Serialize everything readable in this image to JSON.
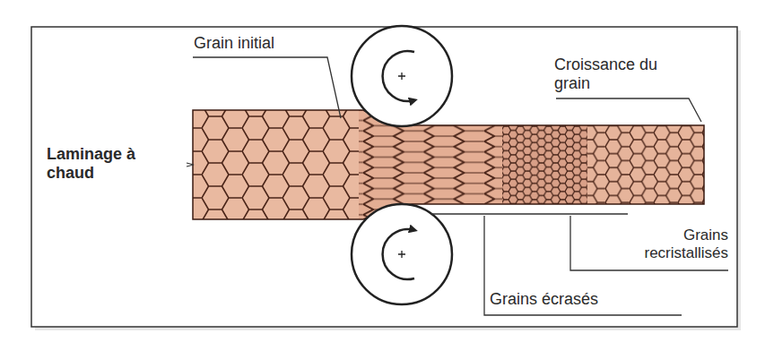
{
  "diagram": {
    "labels": [
      "Grain initial",
      "Croissance du grain",
      "Laminage à chaud",
      "Grains recristallisés",
      "Grains écrasés"
    ]
  }
}
